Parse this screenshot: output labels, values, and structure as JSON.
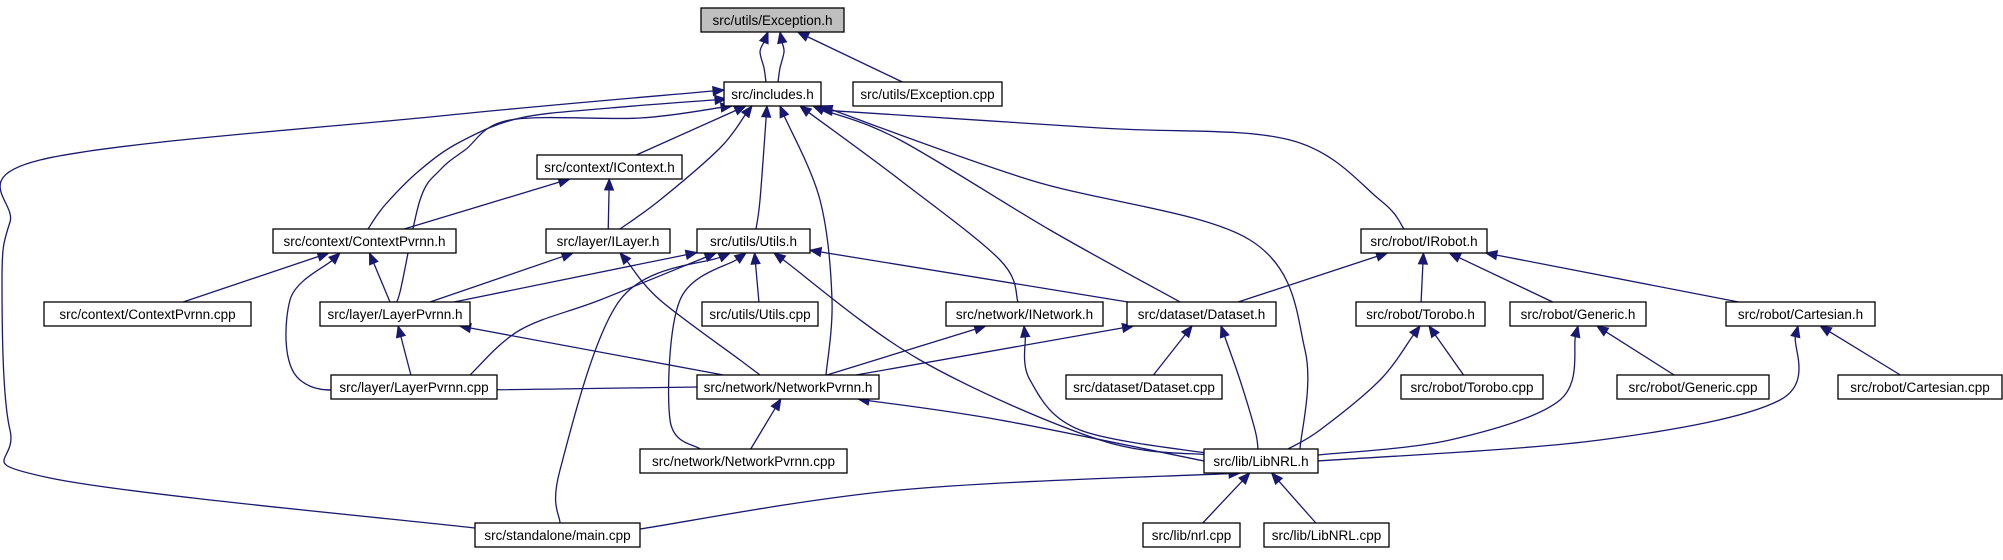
{
  "nodes": [
    {
      "id": "exception_h",
      "label": "src/utils/Exception.h",
      "root": true
    },
    {
      "id": "includes_h",
      "label": "src/includes.h"
    },
    {
      "id": "exception_cpp",
      "label": "src/utils/Exception.cpp"
    },
    {
      "id": "icontext_h",
      "label": "src/context/IContext.h"
    },
    {
      "id": "contextpvrnn_h",
      "label": "src/context/ContextPvrnn.h"
    },
    {
      "id": "ilayer_h",
      "label": "src/layer/ILayer.h"
    },
    {
      "id": "utils_h",
      "label": "src/utils/Utils.h"
    },
    {
      "id": "irobot_h",
      "label": "src/robot/IRobot.h"
    },
    {
      "id": "contextpvrnn_cpp",
      "label": "src/context/ContextPvrnn.cpp"
    },
    {
      "id": "layerpvrnn_h",
      "label": "src/layer/LayerPvrnn.h"
    },
    {
      "id": "utils_cpp",
      "label": "src/utils/Utils.cpp"
    },
    {
      "id": "inetwork_h",
      "label": "src/network/INetwork.h"
    },
    {
      "id": "dataset_h",
      "label": "src/dataset/Dataset.h"
    },
    {
      "id": "torobo_h",
      "label": "src/robot/Torobo.h"
    },
    {
      "id": "generic_h",
      "label": "src/robot/Generic.h"
    },
    {
      "id": "cartesian_h",
      "label": "src/robot/Cartesian.h"
    },
    {
      "id": "layerpvrnn_cpp",
      "label": "src/layer/LayerPvrnn.cpp"
    },
    {
      "id": "networkpvrnn_h",
      "label": "src/network/NetworkPvrnn.h"
    },
    {
      "id": "dataset_cpp",
      "label": "src/dataset/Dataset.cpp"
    },
    {
      "id": "torobo_cpp",
      "label": "src/robot/Torobo.cpp"
    },
    {
      "id": "generic_cpp",
      "label": "src/robot/Generic.cpp"
    },
    {
      "id": "cartesian_cpp",
      "label": "src/robot/Cartesian.cpp"
    },
    {
      "id": "networkpvrnn_cpp",
      "label": "src/network/NetworkPvrnn.cpp"
    },
    {
      "id": "libnrl_h",
      "label": "src/lib/LibNRL.h"
    },
    {
      "id": "main_cpp",
      "label": "src/standalone/main.cpp"
    },
    {
      "id": "nrl_cpp",
      "label": "src/lib/nrl.cpp"
    },
    {
      "id": "libnrl_cpp",
      "label": "src/lib/LibNRL.cpp"
    }
  ],
  "edges": [
    {
      "from": "exception_h",
      "to": "includes_h"
    },
    {
      "from": "includes_h",
      "to": "exception_h"
    },
    {
      "from": "exception_h",
      "to": "exception_cpp"
    },
    {
      "from": "includes_h",
      "to": "icontext_h"
    },
    {
      "from": "includes_h",
      "to": "contextpvrnn_h"
    },
    {
      "from": "includes_h",
      "to": "layerpvrnn_h"
    },
    {
      "from": "includes_h",
      "to": "ilayer_h"
    },
    {
      "from": "includes_h",
      "to": "utils_h"
    },
    {
      "from": "includes_h",
      "to": "networkpvrnn_h"
    },
    {
      "from": "includes_h",
      "to": "inetwork_h"
    },
    {
      "from": "includes_h",
      "to": "dataset_h"
    },
    {
      "from": "includes_h",
      "to": "libnrl_h"
    },
    {
      "from": "includes_h",
      "to": "irobot_h"
    },
    {
      "from": "includes_h",
      "to": "main_cpp"
    },
    {
      "from": "icontext_h",
      "to": "contextpvrnn_h"
    },
    {
      "from": "icontext_h",
      "to": "ilayer_h"
    },
    {
      "from": "contextpvrnn_h",
      "to": "contextpvrnn_cpp"
    },
    {
      "from": "contextpvrnn_h",
      "to": "layerpvrnn_h"
    },
    {
      "from": "contextpvrnn_h",
      "to": "networkpvrnn_h"
    },
    {
      "from": "ilayer_h",
      "to": "layerpvrnn_h"
    },
    {
      "from": "ilayer_h",
      "to": "networkpvrnn_h"
    },
    {
      "from": "utils_h",
      "to": "layerpvrnn_h"
    },
    {
      "from": "utils_h",
      "to": "layerpvrnn_cpp"
    },
    {
      "from": "utils_h",
      "to": "utils_cpp"
    },
    {
      "from": "utils_h",
      "to": "dataset_h"
    },
    {
      "from": "utils_h",
      "to": "networkpvrnn_cpp"
    },
    {
      "from": "utils_h",
      "to": "main_cpp"
    },
    {
      "from": "utils_h",
      "to": "libnrl_h"
    },
    {
      "from": "layerpvrnn_h",
      "to": "layerpvrnn_cpp"
    },
    {
      "from": "layerpvrnn_h",
      "to": "networkpvrnn_h"
    },
    {
      "from": "inetwork_h",
      "to": "networkpvrnn_h"
    },
    {
      "from": "inetwork_h",
      "to": "libnrl_h"
    },
    {
      "from": "dataset_h",
      "to": "networkpvrnn_h"
    },
    {
      "from": "dataset_h",
      "to": "dataset_cpp"
    },
    {
      "from": "dataset_h",
      "to": "libnrl_h"
    },
    {
      "from": "irobot_h",
      "to": "dataset_h"
    },
    {
      "from": "irobot_h",
      "to": "torobo_h"
    },
    {
      "from": "irobot_h",
      "to": "generic_h"
    },
    {
      "from": "irobot_h",
      "to": "cartesian_h"
    },
    {
      "from": "torobo_h",
      "to": "torobo_cpp"
    },
    {
      "from": "torobo_h",
      "to": "libnrl_h"
    },
    {
      "from": "generic_h",
      "to": "generic_cpp"
    },
    {
      "from": "generic_h",
      "to": "libnrl_h"
    },
    {
      "from": "cartesian_h",
      "to": "cartesian_cpp"
    },
    {
      "from": "cartesian_h",
      "to": "libnrl_h"
    },
    {
      "from": "networkpvrnn_h",
      "to": "networkpvrnn_cpp"
    },
    {
      "from": "networkpvrnn_h",
      "to": "libnrl_h"
    },
    {
      "from": "libnrl_h",
      "to": "main_cpp"
    },
    {
      "from": "libnrl_h",
      "to": "nrl_cpp"
    },
    {
      "from": "libnrl_h",
      "to": "libnrl_cpp"
    }
  ],
  "colors": {
    "edge": "#191970",
    "root_fill": "#bfbfbf",
    "node_fill": "#ffffff",
    "node_stroke": "#000000"
  }
}
